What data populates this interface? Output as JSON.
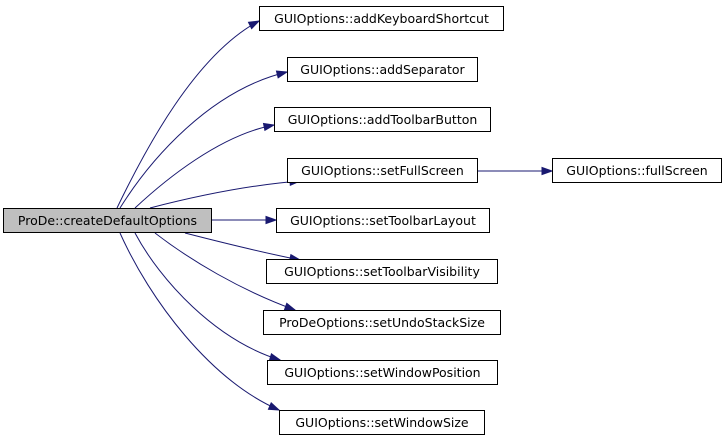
{
  "diagram": {
    "root": {
      "label": "ProDe::createDefaultOptions",
      "fill": "#bfbfbf"
    },
    "callees": [
      {
        "label": "GUIOptions::addKeyboardShortcut"
      },
      {
        "label": "GUIOptions::addSeparator"
      },
      {
        "label": "GUIOptions::addToolbarButton"
      },
      {
        "label": "GUIOptions::setFullScreen"
      },
      {
        "label": "GUIOptions::setToolbarLayout"
      },
      {
        "label": "GUIOptions::setToolbarVisibility"
      },
      {
        "label": "ProDeOptions::setUndoStackSize"
      },
      {
        "label": "GUIOptions::setWindowPosition"
      },
      {
        "label": "GUIOptions::setWindowSize"
      }
    ],
    "secondary": [
      {
        "label": "GUIOptions::fullScreen",
        "caller": "GUIOptions::setFullScreen"
      }
    ],
    "edge_color": "#191970"
  }
}
